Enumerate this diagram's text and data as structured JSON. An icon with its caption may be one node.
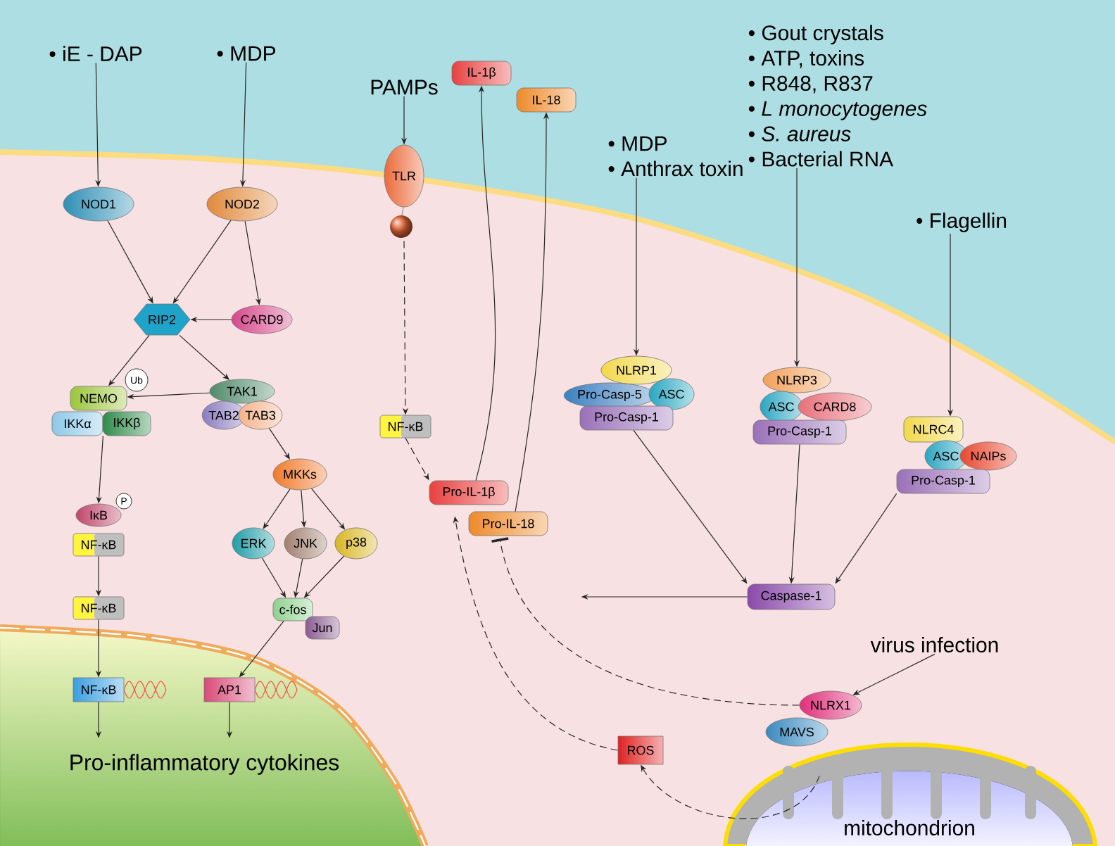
{
  "diagram": {
    "nodes": [
      {
        "text": [
          "• iE - DAP"
        ]
      },
      {
        "text": [
          "• MDP"
        ]
      },
      {
        "text": [
          "NOD1"
        ]
      },
      {
        "text": [
          "NOD2"
        ]
      },
      {
        "text": [
          "RIP2"
        ]
      },
      {
        "text": [
          "CARD9"
        ]
      },
      {
        "text": [
          "NEMO"
        ]
      },
      {
        "text": [
          "Ub"
        ]
      },
      {
        "text": [
          "IKKα"
        ]
      },
      {
        "text": [
          "IKKβ"
        ]
      },
      {
        "text": [
          "TAK1"
        ]
      },
      {
        "text": [
          "TAB2"
        ]
      },
      {
        "text": [
          "TAB3"
        ]
      },
      {
        "text": [
          "MKKs"
        ]
      },
      {
        "text": [
          "IκB"
        ]
      },
      {
        "text": [
          "P"
        ]
      },
      {
        "text": [
          "NF-κB"
        ]
      },
      {
        "text": [
          "ERK"
        ]
      },
      {
        "text": [
          "JNK"
        ]
      },
      {
        "text": [
          "p38"
        ]
      },
      {
        "text": [
          "c-fos"
        ]
      },
      {
        "text": [
          "Jun"
        ]
      },
      {
        "text": [
          "NF-κB"
        ]
      },
      {
        "text": [
          "NF-κB"
        ]
      },
      {
        "text": [
          "AP1"
        ]
      },
      {
        "text": [
          "Pro-inflammatory cytokines"
        ]
      },
      {
        "text": [
          "PAMPs"
        ]
      },
      {
        "text": [
          "TLR"
        ]
      },
      {
        "text": [
          "NF-κB"
        ]
      },
      {
        "text": [
          "IL-1β"
        ]
      },
      {
        "text": [
          "IL-18"
        ]
      },
      {
        "text": [
          "Pro-IL-1β"
        ]
      },
      {
        "text": [
          "Pro-IL-18"
        ]
      },
      {
        "text": [
          "• MDP",
          "• Anthrax toxin"
        ]
      },
      {
        "text": [
          "NLRP1"
        ]
      },
      {
        "text": [
          "Pro-Casp-5"
        ]
      },
      {
        "text": [
          "ASC"
        ]
      },
      {
        "text": [
          "Pro-Casp-1"
        ]
      },
      {
        "text": [
          "• Gout crystals",
          "• ATP,  toxins",
          "• R848, R837",
          "• *L monocytogenes*",
          "• *S. aureus*",
          "• Bacterial RNA"
        ]
      },
      {
        "text": [
          "NLRP3"
        ]
      },
      {
        "text": [
          "ASC"
        ]
      },
      {
        "text": [
          "CARD8"
        ]
      },
      {
        "text": [
          "Pro-Casp-1"
        ]
      },
      {
        "text": [
          "• Flagellin"
        ]
      },
      {
        "text": [
          "NLRC4"
        ]
      },
      {
        "text": [
          "ASC"
        ]
      },
      {
        "text": [
          "NAIPs"
        ]
      },
      {
        "text": [
          "Pro-Casp-1"
        ]
      },
      {
        "text": [
          "Caspase-1"
        ]
      },
      {
        "text": [
          "virus infection"
        ]
      },
      {
        "text": [
          "NLRX1"
        ]
      },
      {
        "text": [
          "MAVS"
        ]
      },
      {
        "text": [
          "ROS"
        ]
      },
      {
        "text": [
          "mitochondrion"
        ]
      }
    ],
    "edges": [
      {
        "from": 0,
        "to": 2,
        "arrow": "to"
      },
      {
        "from": 1,
        "to": 3,
        "arrow": "to"
      },
      {
        "from": 2,
        "to": 4,
        "arrow": "to"
      },
      {
        "from": 3,
        "to": 4,
        "arrow": "to"
      },
      {
        "from": 3,
        "to": 5,
        "arrow": "to"
      },
      {
        "from": 5,
        "to": 4,
        "arrow": "to"
      },
      {
        "from": 4,
        "to": 6,
        "arrow": "to"
      },
      {
        "from": 4,
        "to": 10,
        "arrow": "to"
      },
      {
        "from": 10,
        "to": 6,
        "arrow": "to"
      },
      {
        "from": 12,
        "to": 13,
        "arrow": "to"
      },
      {
        "from": 8,
        "to": 14,
        "arrow": "to"
      },
      {
        "from": 16,
        "to": 22,
        "arrow": "to"
      },
      {
        "from": 22,
        "to": 23,
        "arrow": "to"
      },
      {
        "from": 13,
        "to": 17,
        "arrow": "to"
      },
      {
        "from": 13,
        "to": 18,
        "arrow": "to"
      },
      {
        "from": 13,
        "to": 19,
        "arrow": "to"
      },
      {
        "from": 17,
        "to": 20,
        "arrow": "to"
      },
      {
        "from": 18,
        "to": 20,
        "arrow": "to"
      },
      {
        "from": 19,
        "to": 20,
        "arrow": "to"
      },
      {
        "from": 20,
        "to": 24,
        "arrow": "to"
      },
      {
        "from": 23,
        "to": 25,
        "arrow": "to"
      },
      {
        "from": 24,
        "to": 25,
        "arrow": "to"
      },
      {
        "from": 26,
        "to": 27,
        "arrow": "to"
      },
      {
        "from": 27,
        "to": 28,
        "arrow": "to",
        "style": "dashed"
      },
      {
        "from": 28,
        "to": 31,
        "arrow": "to",
        "style": "dashed"
      },
      {
        "from": 31,
        "to": 29,
        "arrow": "to"
      },
      {
        "from": 32,
        "to": 30,
        "arrow": "to"
      },
      {
        "from": 33,
        "to": 34,
        "arrow": "to"
      },
      {
        "from": 37,
        "to": 48,
        "arrow": "to"
      },
      {
        "from": 38,
        "to": 39,
        "arrow": "to"
      },
      {
        "from": 42,
        "to": 48,
        "arrow": "to"
      },
      {
        "from": 43,
        "to": 44,
        "arrow": "to"
      },
      {
        "from": 47,
        "to": 48,
        "arrow": "to"
      },
      {
        "from": 48,
        "to": null,
        "arrow": "to"
      },
      {
        "from": 49,
        "to": 50,
        "arrow": "to"
      },
      {
        "from": 50,
        "to": 32,
        "arrow": "other",
        "style": "dashed"
      },
      {
        "from": 52,
        "to": 31,
        "arrow": "to",
        "style": "dashed"
      },
      {
        "from": 53,
        "to": 52,
        "arrow": "to",
        "style": "dashed"
      }
    ]
  }
}
